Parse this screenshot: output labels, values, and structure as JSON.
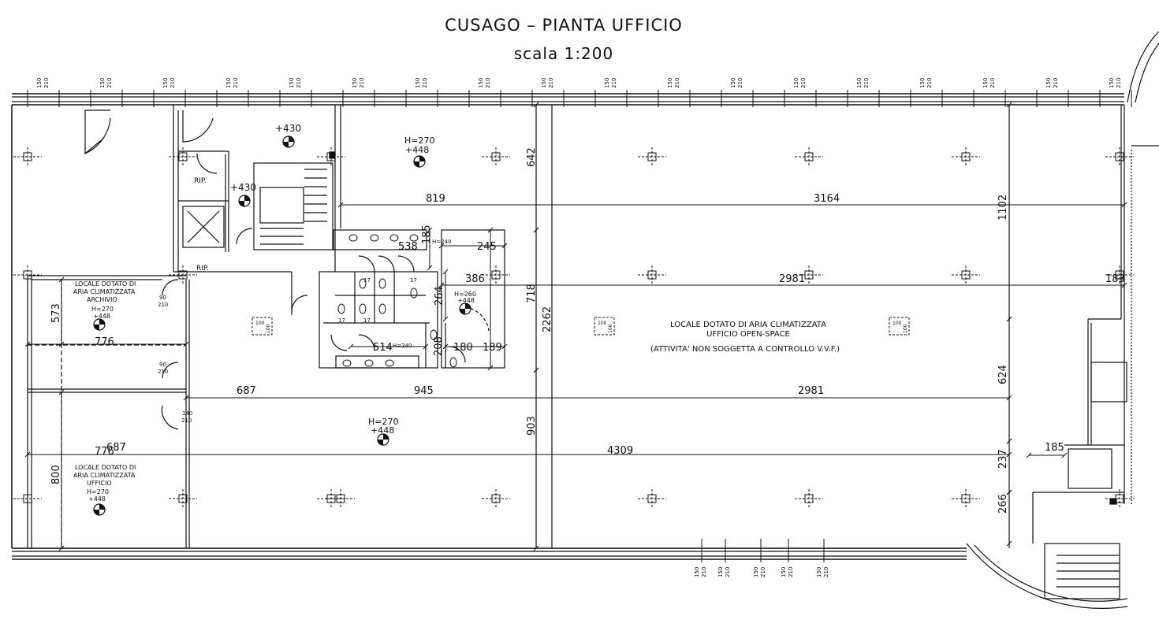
{
  "title": "CUSAGO – PIANTA UFFICIO",
  "scale": "scala 1:200",
  "window_size": {
    "top": "150",
    "bottom": "210"
  },
  "dimensions": [
    "819",
    "3164",
    "642",
    "1102",
    "538",
    "185",
    "245",
    "386",
    "2981",
    "183",
    "687",
    "718",
    "2262",
    "264",
    "514",
    "208",
    "180",
    "189",
    "573",
    "776",
    "687",
    "945",
    "2981",
    "624",
    "776",
    "4309",
    "903",
    "185",
    "237",
    "800",
    "266"
  ],
  "room_labels": {
    "archive": [
      "LOCALE DOTATO DI",
      "ARIA CLIMATIZZATA",
      "ARCHIVIO",
      "H=270",
      "+448"
    ],
    "office": [
      "LOCALE DOTATO DI",
      "ARIA CLIMATIZZATA",
      "UFFICIO",
      "H=270",
      "+448"
    ],
    "open_space": [
      "LOCALE DOTATO DI ARIA CLIMATIZZATA",
      "UFFICIO OPEN-SPACE",
      "(ATTIVITA' NON SOGGETTA A CONTROLLO V.V.F.)"
    ]
  },
  "levels": {
    "stair_top": "+430",
    "stair_side": "+430",
    "hall_h": "H=270",
    "hall_lvl": "+448",
    "wc_h": "H=260",
    "wc_lvl": "+448",
    "lower_h": "H=270",
    "lower_lvl": "+448"
  },
  "misc": {
    "rip1": "RIP.",
    "rip2": "RIP.",
    "h240a": "H=240",
    "h240b": "H=240",
    "seventeen": "17",
    "door_90_210": [
      "90",
      "210"
    ],
    "door_140_210": [
      "140",
      "210"
    ],
    "box_100": "100"
  }
}
